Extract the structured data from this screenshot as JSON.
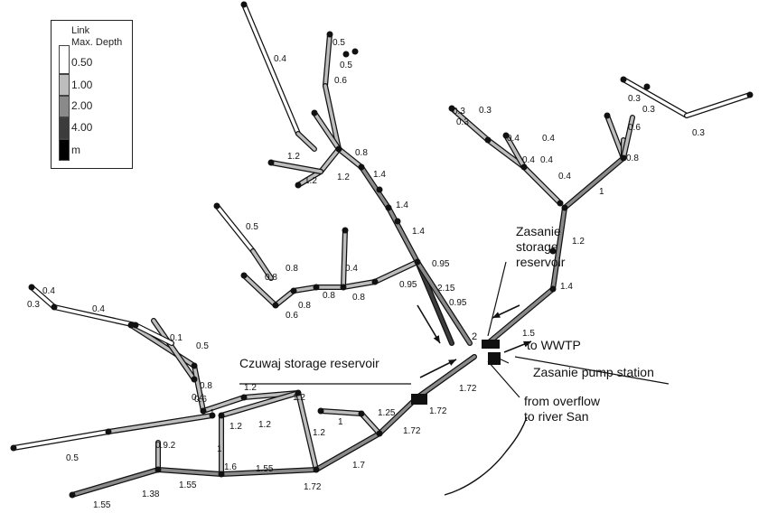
{
  "legend": {
    "title_line1": "Link",
    "title_line2": "Max. Depth",
    "items": [
      {
        "label": "0.50",
        "color": "#ffffff"
      },
      {
        "label": "1.00",
        "color": "#bdbdbd"
      },
      {
        "label": "2.00",
        "color": "#8a8a8a"
      },
      {
        "label": "4.00",
        "color": "#3c3c3c"
      },
      {
        "label": "m",
        "color": "#000000"
      }
    ]
  },
  "annotations": {
    "zasanie_reservoir": [
      "Zasanie",
      "storage",
      "reservoir"
    ],
    "to_wwtp": "to WWTP",
    "zasanie_pump": "Zasanie pump station",
    "czuwaj_reservoir": "Czuwaj storage reservoir",
    "overflow": [
      "from overflow",
      "to river San"
    ],
    "marker_label": "2"
  },
  "depth_labels": [
    "0.4",
    "0.5",
    "0.5",
    "0.6",
    "1.2",
    "0.8",
    "1.2",
    "1.2",
    "1.4",
    "1.4",
    "1.4",
    "0.95",
    "2.15",
    "0.95",
    "0.95",
    "0.5",
    "0.8",
    "0.8",
    "0.4",
    "0.8",
    "0.8",
    "0.8",
    "0.6",
    "0.3",
    "0.3",
    "0.3",
    "0.4",
    "0.4",
    "0.4",
    "0.4",
    "0.4",
    "0.3",
    "0.6",
    "0.3",
    "0.3",
    "0.8",
    "1",
    "1.2",
    "1.4",
    "1.5",
    "0.4",
    "0.3",
    "0.4",
    "0.1",
    "0.5",
    "0.8",
    "0.4",
    "1",
    "1.2",
    "1.2",
    "1.2",
    "1.2",
    "1.2",
    "1",
    "1.25",
    "1.72",
    "1.72",
    "1.72",
    "1.7",
    "1.72",
    "1.55",
    "1.6",
    "1.55",
    "1.38",
    "1.55",
    "0.9.2",
    "0.5",
    "1",
    "0.6"
  ],
  "colors": {
    "background": "#ffffff",
    "node": "#111111",
    "outline": "#222222"
  }
}
